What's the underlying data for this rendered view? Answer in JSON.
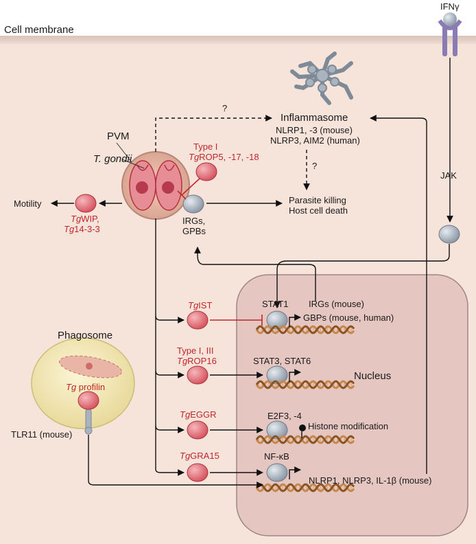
{
  "labels": {
    "cell_membrane": "Cell membrane",
    "ifn": "IFNγ",
    "jak": "JAK",
    "q1": "?",
    "q2": "?",
    "inflammasome": "Inflammasome",
    "nlrp_mouse": "NLRP1, -3 (mouse)",
    "nlrp_human": "NLRP3, AIM2 (human)",
    "parasite_killing": "Parasite killing",
    "host_death": "Host cell death",
    "pvm": "PVM",
    "t_gondii": "T. gondii",
    "type_i": "Type I",
    "rop5_tg": "Tg",
    "rop5_rest": "ROP5, -17, -18",
    "motility": "Motility",
    "wip_tg": "Tg",
    "wip_rest": "WIP,",
    "tg1433_tg": "Tg",
    "tg1433_rest": "14-3-3",
    "irgs": "IRGs,",
    "gpbs": "GPBs",
    "tgist_tg": "Tg",
    "tgist_rest": "IST",
    "stat1": "STAT1",
    "irgs_mouse": "IRGs (mouse)",
    "gbps": "GBPs (mouse, human)",
    "phagosome": "Phagosome",
    "type_i_iii": "Type I, III",
    "rop16_tg": "Tg",
    "rop16_rest": "ROP16",
    "stat3": "STAT3, STAT6",
    "nucleus": "Nucleus",
    "profilin_tg": "Tg",
    "profilin_rest": " profilin",
    "eggr_tg": "Tg",
    "eggr_rest": "EGGR",
    "e2f3": "E2F3, -4",
    "histone": "Histone modification",
    "tlr11": "TLR11 (mouse)",
    "gra15_tg": "Tg",
    "gra15_rest": "GRA15",
    "nfkb": "NF-κB",
    "nlrp_output": "NLRP1, NLRP3, IL-1β (mouse)"
  },
  "colors": {
    "cytoplasm": "#f6e3da",
    "membrane": "#d8c4b8",
    "nucleus": "#e5c6c1",
    "nucleus_border": "#9e8684",
    "effector": "#e0707a",
    "host_protein": "#a9b3bf",
    "pathogen_label": "#c0272d",
    "phagosome": "#efe4b0",
    "dna_a": "#c8874d",
    "dna_b": "#8a5524"
  }
}
